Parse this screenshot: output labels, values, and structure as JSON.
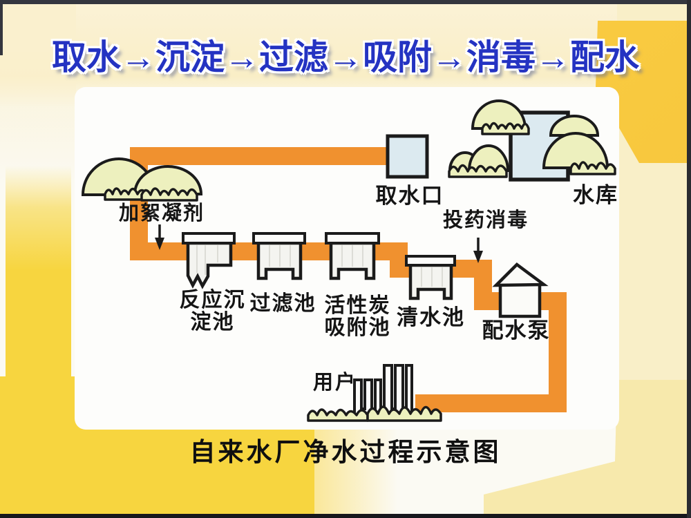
{
  "slide": {
    "title": "取水→沉淀→过滤→吸附→消毒→配水",
    "steps": [
      "取水",
      "沉淀",
      "过滤",
      "吸附",
      "消毒",
      "配水"
    ],
    "caption": "自来水厂净水过程示意图"
  },
  "diagram": {
    "labels": {
      "reservoir": "水库",
      "intake": "取水口",
      "flocculant": "加絮凝剂",
      "sedimentation_tank": "反应沉\n淀池",
      "filter_tank": "过滤池",
      "carbon_tank": "活性炭\n吸附池",
      "dosing": "投药消毒",
      "clear_tank": "清水池",
      "pump": "配水泵",
      "users": "用户"
    },
    "colors": {
      "pipe": "#F0912F",
      "water": "#DCEAF0",
      "hill": "#EDF0BE",
      "outline": "#1B1B1B",
      "title_blue": "#2433C2",
      "panel": "#FDFDFB",
      "base": "#FBFAF3",
      "cream": "#F9EFC8",
      "yellow": "#F7D53F",
      "gold": "#FFD14A",
      "pale_gold": "#F7E9AC",
      "edge_dark": "#34363F",
      "ink": "#151515"
    }
  }
}
